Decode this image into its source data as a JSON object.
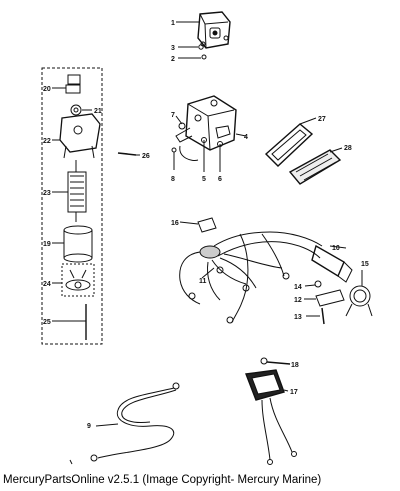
{
  "diagram": {
    "callouts": [
      "1",
      "2",
      "3",
      "4",
      "5",
      "6",
      "7",
      "8",
      "9",
      "10",
      "11",
      "12",
      "13",
      "14",
      "15",
      "16",
      "17",
      "18",
      "19",
      "20",
      "21",
      "22",
      "23",
      "24",
      "25",
      "26",
      "27",
      "28"
    ]
  },
  "footer": {
    "caption": "MercuryPartsOnline v2.5.1 (Image Copyright- Mercury Marine)"
  },
  "colors": {
    "ink": "#111111",
    "background": "#ffffff"
  }
}
